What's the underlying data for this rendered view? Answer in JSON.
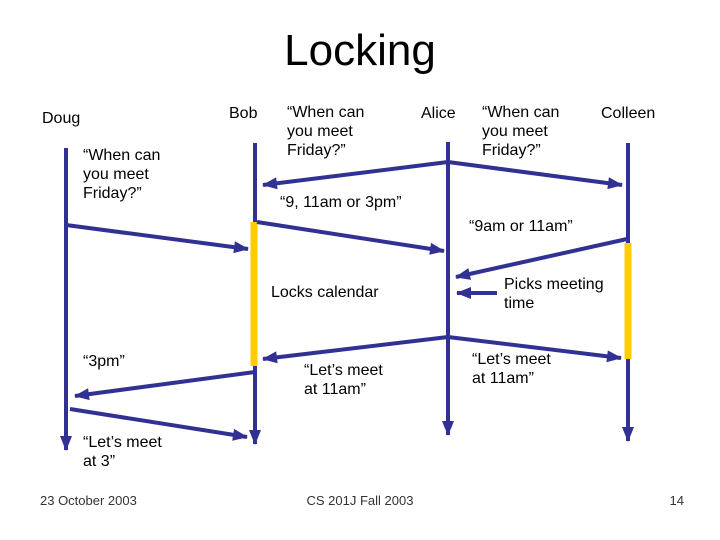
{
  "slide": {
    "title": "Locking",
    "footer": {
      "date": "23 October 2003",
      "course": "CS 201J Fall 2003",
      "page_number": "14"
    }
  },
  "diagram": {
    "colors": {
      "line": "#313193",
      "lock": "#FFCC00"
    },
    "actors": {
      "doug": "Doug",
      "bob": "Bob",
      "alice": "Alice",
      "colleen": "Colleen"
    },
    "messages": {
      "ask_from_doug": "“When can\nyou meet\nFriday?”",
      "ask_alice_to_bob": "“When can\nyou meet\nFriday?”",
      "ask_alice_to_colleen": "“When can\nyou meet\nFriday?”",
      "bob_reply": "“9, 11am or 3pm”",
      "colleen_reply": "“9am or 11am”",
      "locks_calendar": "Locks calendar",
      "picks_meeting_time": "Picks meeting\ntime",
      "confirm_to_bob": "“Let’s meet\nat 11am”",
      "confirm_to_colleen": "“Let’s meet\nat 11am”",
      "bob_3pm_reply": "“3pm”",
      "doug_confirm": "“Let’s meet\nat 3”"
    }
  }
}
